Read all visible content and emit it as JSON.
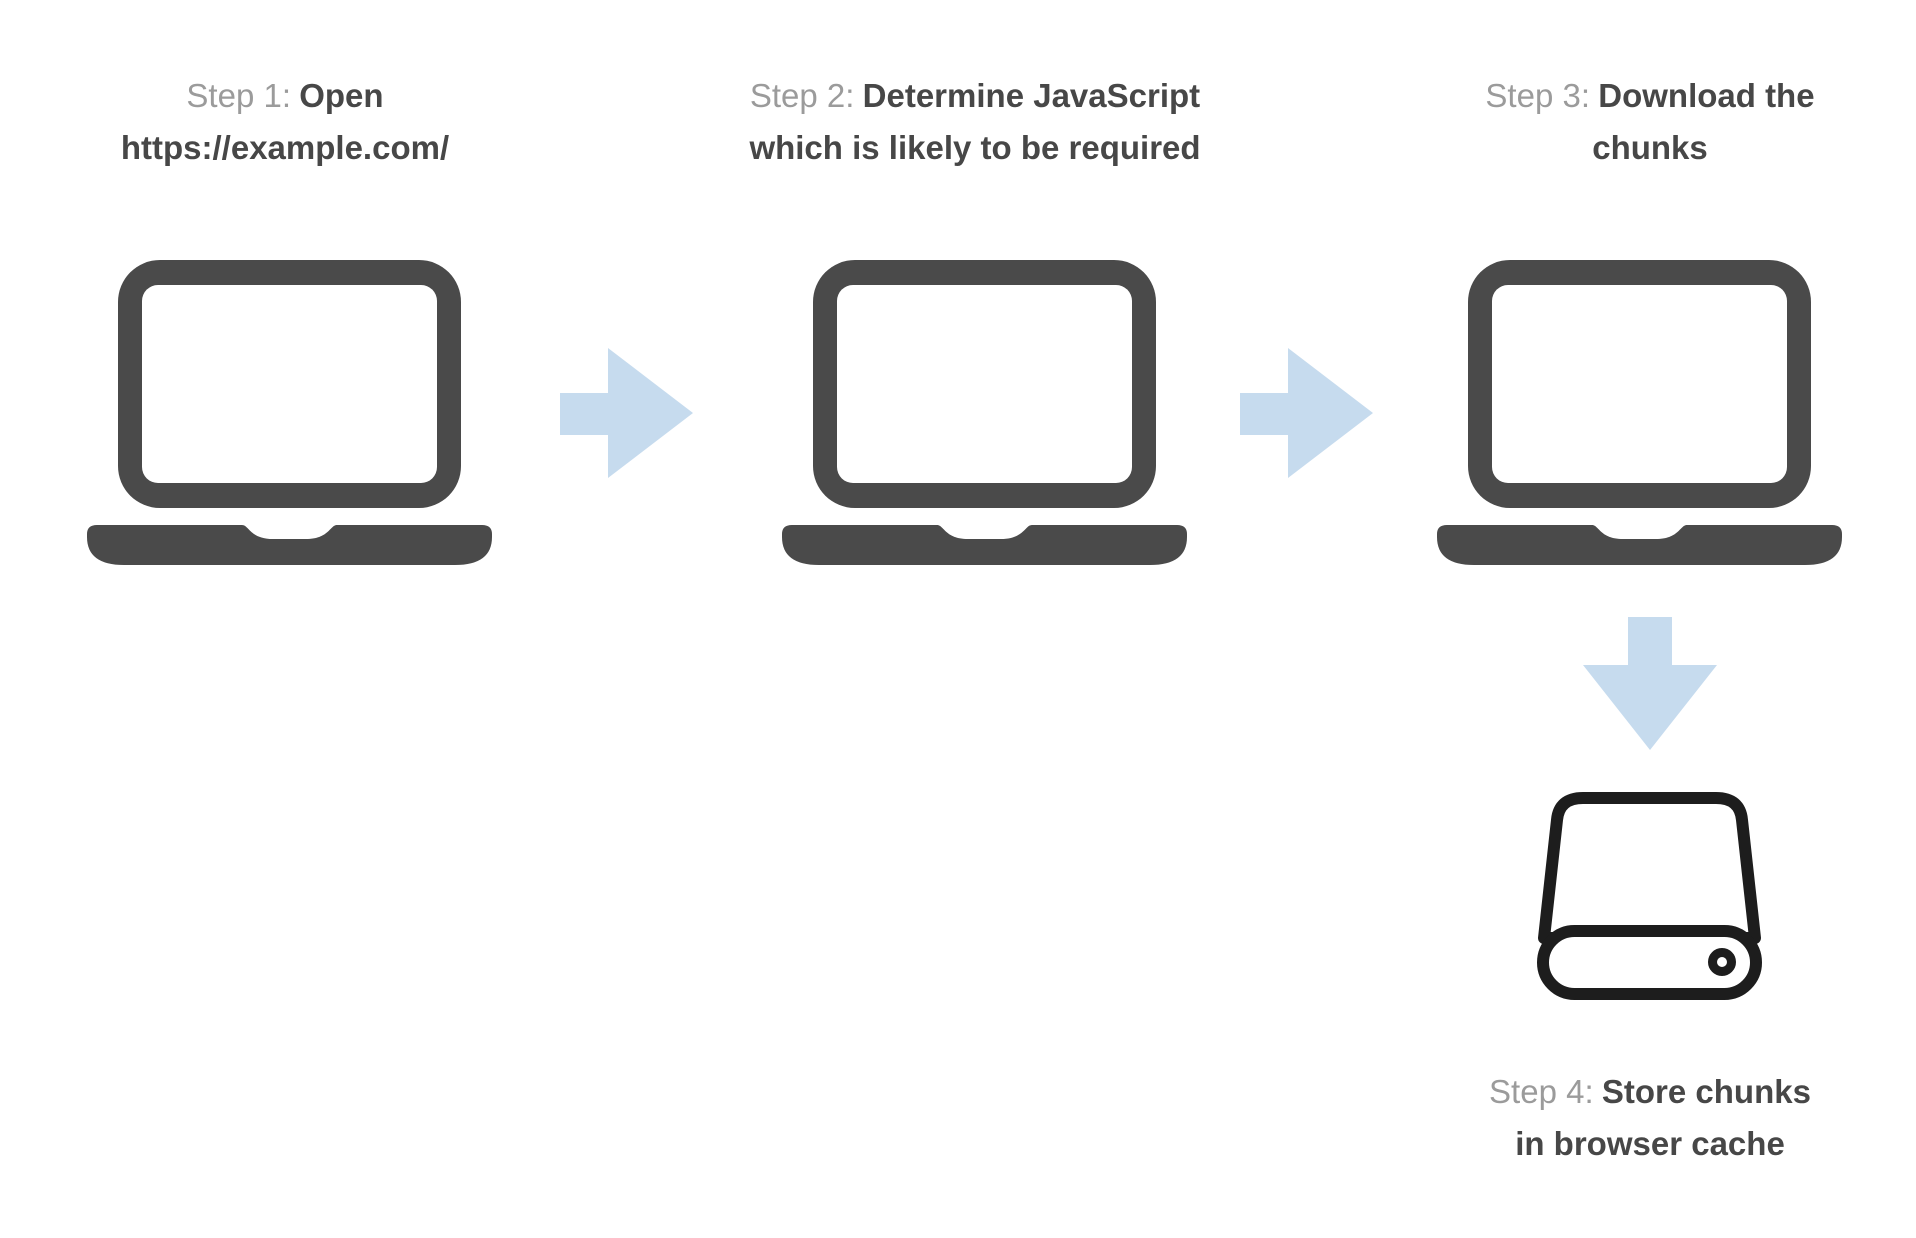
{
  "diagram": {
    "colors": {
      "background": "#ffffff",
      "step_prefix": "#9b9b9b",
      "step_title": "#474747",
      "laptop": "#4a4a4a",
      "arrow": "#c6dbee",
      "drive_outline": "#1d1d1d"
    },
    "steps": [
      {
        "prefix": "Step 1:",
        "title": "Open https://example.com/",
        "title_line1": "Open",
        "title_line2": "https://example.com/",
        "icon": "laptop-icon"
      },
      {
        "prefix": "Step 2:",
        "title": "Determine JavaScript which is likely to be required",
        "title_line1": "Determine JavaScript",
        "title_line2": "which is likely to be required",
        "icon": "laptop-icon"
      },
      {
        "prefix": "Step 3:",
        "title": "Download the chunks",
        "title_line1": "Download the",
        "title_line2": "chunks",
        "icon": "laptop-icon"
      },
      {
        "prefix": "Step 4:",
        "title": "Store chunks in browser cache",
        "title_line1": "Store chunks",
        "title_line2": "in browser cache",
        "icon": "hard-drive-icon"
      }
    ],
    "connectors": [
      {
        "from": "step-1",
        "to": "step-2",
        "direction": "right"
      },
      {
        "from": "step-2",
        "to": "step-3",
        "direction": "right"
      },
      {
        "from": "step-3",
        "to": "step-4",
        "direction": "down"
      }
    ]
  }
}
